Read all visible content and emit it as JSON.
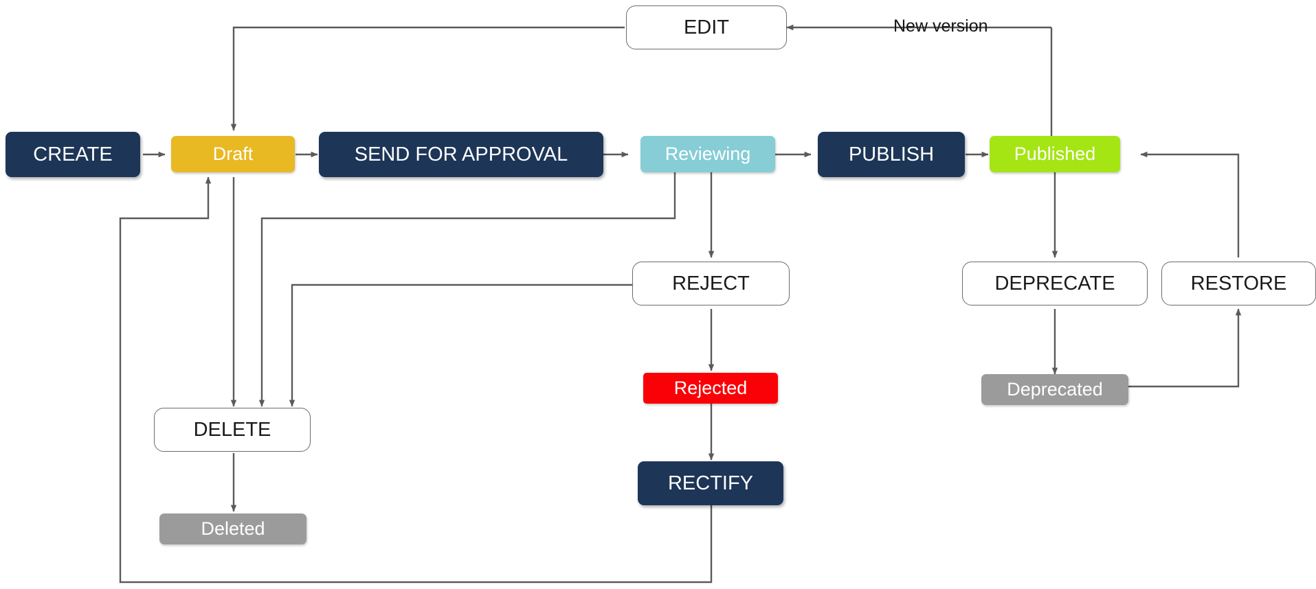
{
  "diagram": {
    "title": "Document lifecycle workflow",
    "background": "#ffffff",
    "line_color": "#5a5a5a"
  },
  "palette": {
    "action_navy": "#1d3557",
    "action_white_bg": "#ffffff",
    "action_white_border": "#6b6b6b",
    "draft_yellow": "#e8b923",
    "reviewing_teal": "#86cdd6",
    "published_green": "#a5e514",
    "rejected_red": "#fa0107",
    "terminal_gray": "#9b9b9b",
    "text_light": "#ffffff",
    "text_dark": "#1a1a1a"
  },
  "nodes": {
    "create": {
      "label": "CREATE",
      "kind": "action"
    },
    "draft": {
      "label": "Draft",
      "kind": "state"
    },
    "send_for_approval": {
      "label": "SEND FOR APPROVAL",
      "kind": "action"
    },
    "reviewing": {
      "label": "Reviewing",
      "kind": "state"
    },
    "publish": {
      "label": "PUBLISH",
      "kind": "action"
    },
    "published": {
      "label": "Published",
      "kind": "state"
    },
    "edit": {
      "label": "EDIT",
      "kind": "action-white"
    },
    "reject": {
      "label": "REJECT",
      "kind": "action-white"
    },
    "rejected": {
      "label": "Rejected",
      "kind": "state"
    },
    "rectify": {
      "label": "RECTIFY",
      "kind": "action"
    },
    "delete": {
      "label": "DELETE",
      "kind": "action-white"
    },
    "deleted": {
      "label": "Deleted",
      "kind": "state"
    },
    "deprecate": {
      "label": "DEPRECATE",
      "kind": "action-white"
    },
    "deprecated": {
      "label": "Deprecated",
      "kind": "state"
    },
    "restore": {
      "label": "RESTORE",
      "kind": "action-white"
    }
  },
  "edge_labels": {
    "new_version": "New version"
  },
  "edges": [
    {
      "from": "create",
      "to": "draft",
      "label": ""
    },
    {
      "from": "draft",
      "to": "send_for_approval",
      "label": ""
    },
    {
      "from": "send_for_approval",
      "to": "reviewing",
      "label": ""
    },
    {
      "from": "reviewing",
      "to": "publish",
      "label": ""
    },
    {
      "from": "publish",
      "to": "published",
      "label": ""
    },
    {
      "from": "edit",
      "to": "draft",
      "label": ""
    },
    {
      "from": "published",
      "to": "edit",
      "label": "New version"
    },
    {
      "from": "reviewing",
      "to": "reject",
      "label": ""
    },
    {
      "from": "reject",
      "to": "rejected",
      "label": ""
    },
    {
      "from": "rejected",
      "to": "rectify",
      "label": ""
    },
    {
      "from": "rectify",
      "to": "draft",
      "label": ""
    },
    {
      "from": "draft",
      "to": "delete",
      "label": ""
    },
    {
      "from": "reviewing",
      "to": "delete",
      "label": ""
    },
    {
      "from": "reject",
      "to": "delete",
      "label": ""
    },
    {
      "from": "delete",
      "to": "deleted",
      "label": ""
    },
    {
      "from": "published",
      "to": "deprecate",
      "label": ""
    },
    {
      "from": "deprecate",
      "to": "deprecated",
      "label": ""
    },
    {
      "from": "deprecated",
      "to": "restore",
      "label": ""
    },
    {
      "from": "restore",
      "to": "published",
      "label": ""
    }
  ]
}
